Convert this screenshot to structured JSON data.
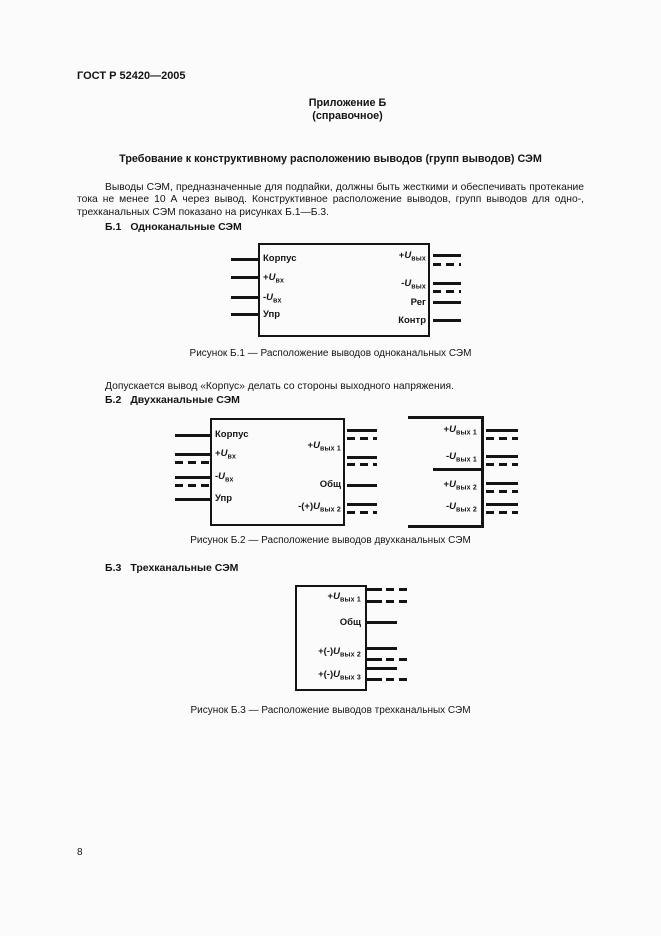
{
  "page": {
    "header": "ГОСТ Р 52420—2005",
    "appendix_title": "Приложение Б",
    "appendix_subtitle": "(справочное)",
    "main_title": "Требование к конструктивному расположению выводов (групп выводов) СЭМ",
    "intro_paragraph": "Выводы СЭМ, предназначенные для подпайки, должны быть жесткими и обеспечивать протекание тока не менее 10 А через вывод. Конструктивное расположение выводов, групп выводов для одно-, трехканальных СЭМ показано на рисунках Б.1—Б.3.",
    "note_paragraph": "Допускается вывод «Корпус» делать со стороны выходного напряжения.",
    "page_number": "8"
  },
  "sections": {
    "b1": {
      "num": "Б.1",
      "title": "Одноканальные СЭМ",
      "caption": "Рисунок Б.1 — Расположение выводов одноканальных СЭМ"
    },
    "b2": {
      "num": "Б.2",
      "title": "Двухканальные СЭМ",
      "caption": "Рисунок Б.2 — Расположение выводов двухканальных СЭМ"
    },
    "b3": {
      "num": "Б.3",
      "title": "Трехканальные СЭМ",
      "caption": "Рисунок Б.3 — Расположение выводов трехканальных СЭМ"
    }
  },
  "figures": {
    "b1": {
      "left": [
        {
          "pre": "Корпус",
          "u": "",
          "sub": ""
        },
        {
          "pre": "+",
          "u": "U",
          "sub": "вх"
        },
        {
          "pre": "-",
          "u": "U",
          "sub": "вх"
        },
        {
          "pre": "Упр",
          "u": "",
          "sub": ""
        }
      ],
      "right": [
        {
          "pre": "+",
          "u": "U",
          "sub": "вых"
        },
        {
          "pre": "-",
          "u": "U",
          "sub": "вых"
        },
        {
          "pre": "Рег",
          "u": "",
          "sub": ""
        },
        {
          "pre": "Контр",
          "u": "",
          "sub": ""
        }
      ]
    },
    "b2_main": {
      "left": [
        {
          "pre": "Корпус",
          "u": "",
          "sub": ""
        },
        {
          "pre": "+",
          "u": "U",
          "sub": "вх"
        },
        {
          "pre": "-",
          "u": "U",
          "sub": "вх"
        },
        {
          "pre": "Упр",
          "u": "",
          "sub": ""
        }
      ],
      "right": [
        {
          "pre": "+",
          "u": "U",
          "sub": "вых 1"
        },
        {
          "pre": "Общ",
          "u": "",
          "sub": ""
        },
        {
          "pre": "-(+)",
          "u": "U",
          "sub": "вых 2"
        }
      ]
    },
    "b2_alt": {
      "right": [
        {
          "pre": "+",
          "u": "U",
          "sub": "вых 1"
        },
        {
          "pre": "-",
          "u": "U",
          "sub": "вых 1"
        },
        {
          "pre": "+",
          "u": "U",
          "sub": "вых 2"
        },
        {
          "pre": "-",
          "u": "U",
          "sub": "вых 2"
        }
      ]
    },
    "b3": {
      "right": [
        {
          "pre": "+",
          "u": "U",
          "sub": "вых 1"
        },
        {
          "pre": "Общ",
          "u": "",
          "sub": ""
        },
        {
          "pre": "+(-)",
          "u": "U",
          "sub": "вых 2"
        },
        {
          "pre": "+(-)",
          "u": "U",
          "sub": "вых 3"
        }
      ]
    }
  },
  "colors": {
    "ink": "#141414",
    "paper": "#fbfbfb"
  }
}
